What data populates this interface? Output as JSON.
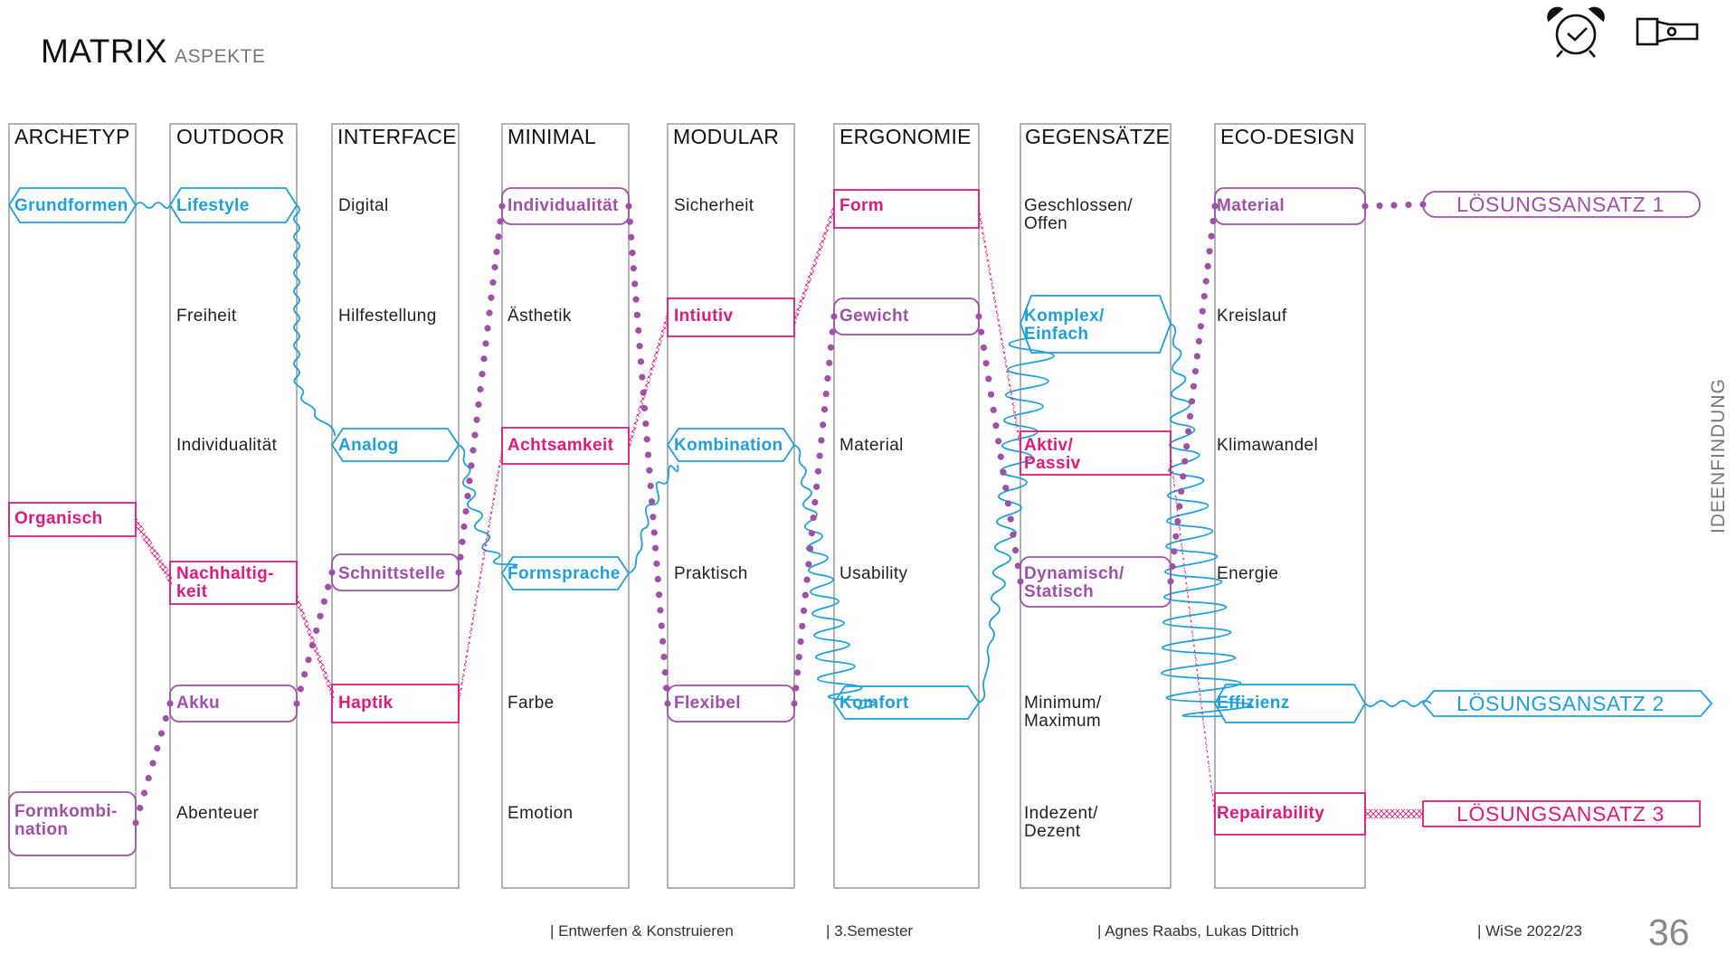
{
  "header": {
    "title": "MATRIX",
    "subtitle": "ASPEKTE"
  },
  "icons": {
    "alarm": "alarm-clock-icon",
    "flashlight": "flashlight-icon"
  },
  "colors": {
    "blue": "#1ea0dc",
    "pink": "#e0197d",
    "purple": "#a050a8",
    "frame": "#9a9a9a"
  },
  "columns": [
    {
      "name": "ARCHETYP",
      "items": [
        "Grundformen",
        "",
        "",
        "Organisch",
        "",
        "",
        "Formkombi-\nnation"
      ]
    },
    {
      "name": "OUTDOOR",
      "items": [
        "Lifestyle",
        "Freiheit",
        "Individualität",
        "Nachhaltig-\nkeit",
        "Akku",
        "Abenteuer"
      ]
    },
    {
      "name": "INTERFACE",
      "items": [
        "Digital",
        "Hilfestellung",
        "Analog",
        "Schnittstelle",
        "Haptik",
        ""
      ]
    },
    {
      "name": "MINIMAL",
      "items": [
        "Individualität",
        "Ästhetik",
        "Achtsamkeit",
        "Formsprache",
        "Farbe",
        "Emotion"
      ]
    },
    {
      "name": "MODULAR",
      "items": [
        "Sicherheit",
        "Intiutiv",
        "Kombination",
        "Praktisch",
        "Flexibel",
        ""
      ]
    },
    {
      "name": "ERGONOMIE",
      "items": [
        "Form",
        "Gewicht",
        "Material",
        "Usability",
        "Komfort",
        ""
      ]
    },
    {
      "name": "GEGENSÄTZE",
      "items": [
        "Geschlossen/\nOffen",
        "Komplex/\nEinfach",
        "Aktiv/\nPassiv",
        "Dynamisch/\nStatisch",
        "Minimum/\nMaximum",
        "Indezent/\nDezent"
      ]
    },
    {
      "name": "ECO-DESIGN",
      "items": [
        "Material",
        "Kreislauf",
        "Klimawandel",
        "Energie",
        "Effizienz",
        "Repairability"
      ]
    }
  ],
  "solutions": [
    "LÖSUNGSANSATZ 1",
    "LÖSUNGSANSATZ 2",
    "LÖSUNGSANSATZ 3"
  ],
  "side_label": "IDEENFINDUNG",
  "footer": {
    "course": "| Entwerfen & Konstruieren",
    "semester": "| 3.Semester",
    "authors": "| Agnes Raabs, Lukas Dittrich",
    "term": "| WiSe 2022/23",
    "page": "36"
  }
}
